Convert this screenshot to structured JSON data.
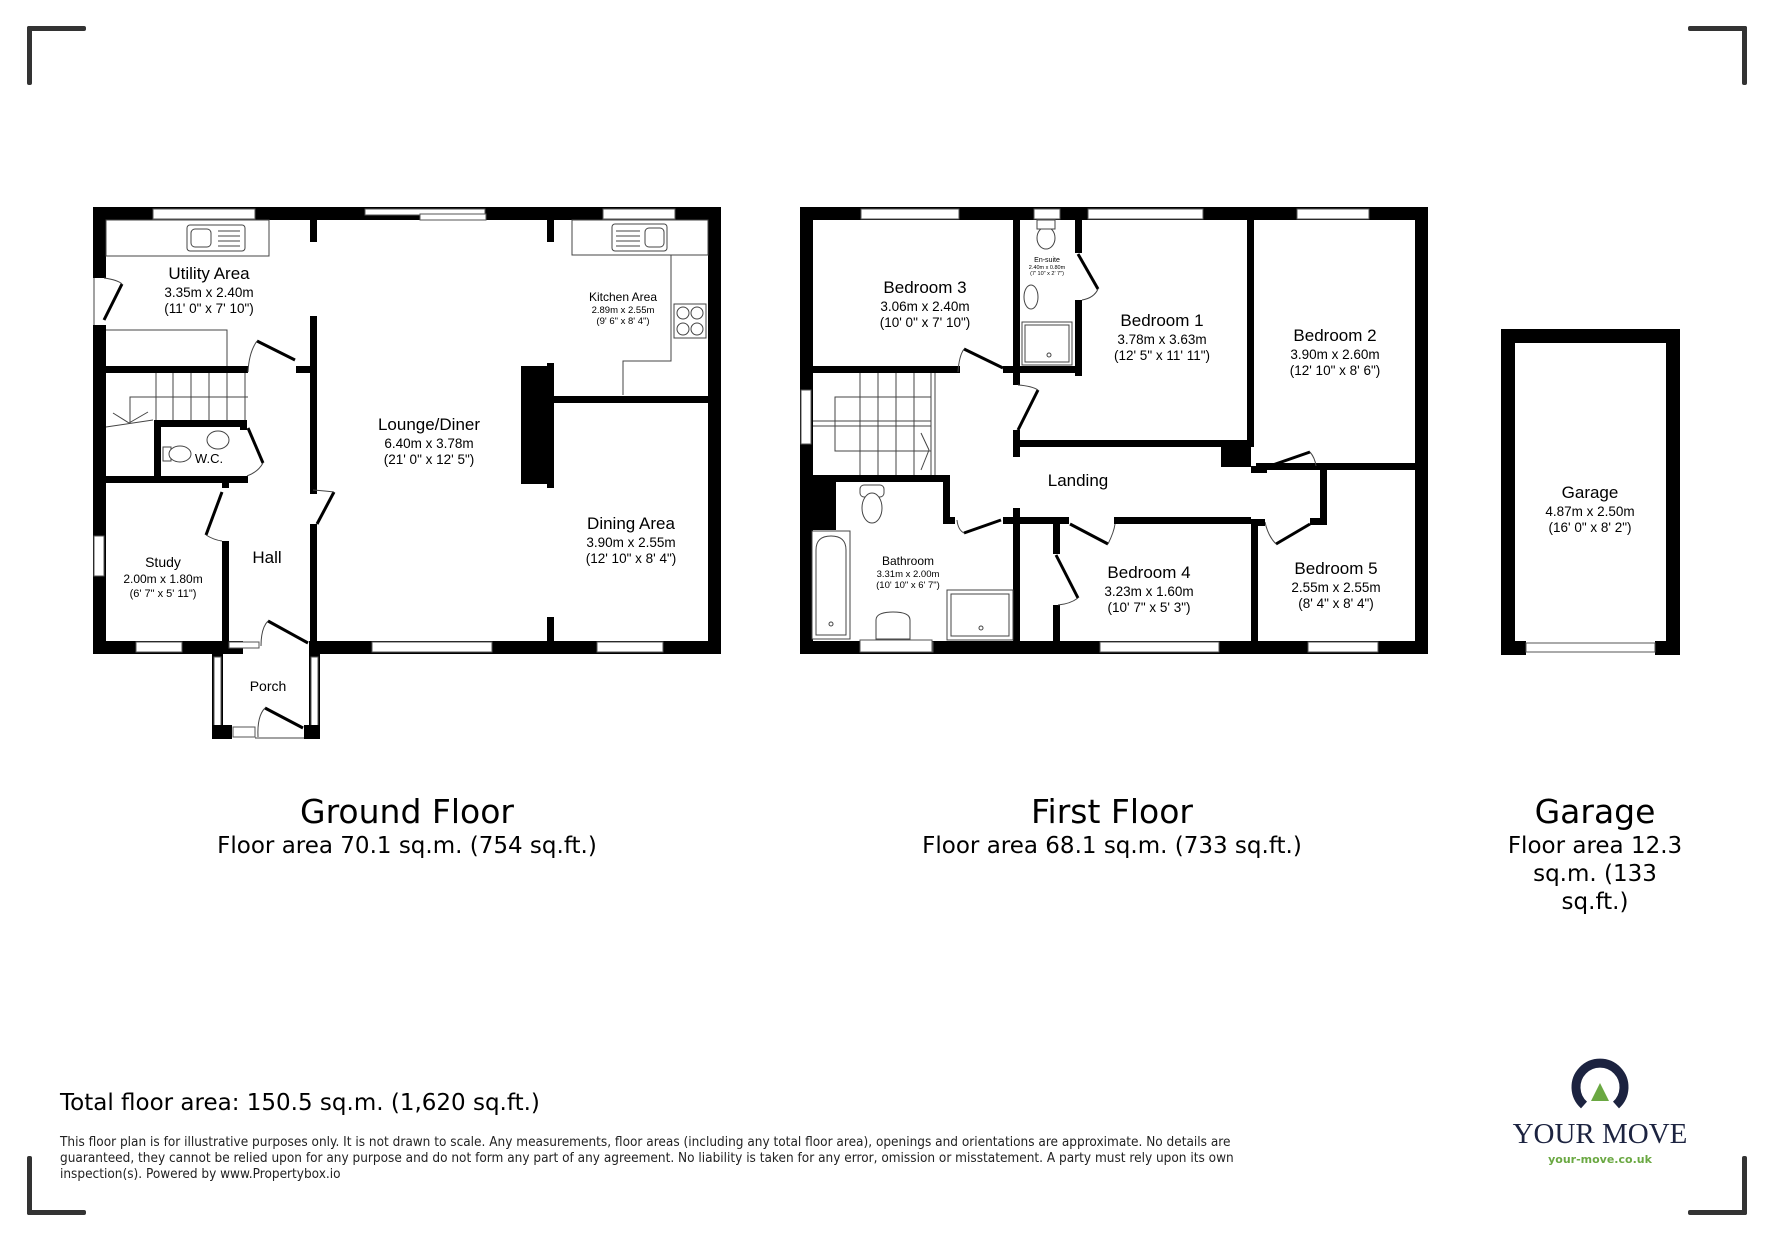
{
  "colors": {
    "walls": "#000000",
    "crop_marks": "#333333",
    "logo_navy": "#1c2340",
    "logo_green": "#6aa842"
  },
  "ground_floor": {
    "title": "Ground Floor",
    "area": "Floor area 70.1 sq.m. (754 sq.ft.)",
    "rooms": {
      "utility": {
        "name": "Utility Area",
        "metric": "3.35m x 2.40m",
        "imperial": "(11' 0\" x 7' 10\")"
      },
      "kitchen": {
        "name": "Kitchen Area",
        "metric": "2.89m x 2.55m",
        "imperial": "(9' 6\" x 8' 4\")"
      },
      "lounge": {
        "name": "Lounge/Diner",
        "metric": "6.40m x 3.78m",
        "imperial": "(21' 0\" x 12' 5\")"
      },
      "wc": {
        "name": "W.C."
      },
      "dining": {
        "name": "Dining Area",
        "metric": "3.90m x 2.55m",
        "imperial": "(12' 10\" x 8' 4\")"
      },
      "study": {
        "name": "Study",
        "metric": "2.00m x 1.80m",
        "imperial": "(6' 7\" x 5' 11\")"
      },
      "hall": {
        "name": "Hall"
      },
      "porch": {
        "name": "Porch"
      }
    }
  },
  "first_floor": {
    "title": "First Floor",
    "area": "Floor area 68.1 sq.m. (733 sq.ft.)",
    "rooms": {
      "bedroom3": {
        "name": "Bedroom 3",
        "metric": "3.06m x 2.40m",
        "imperial": "(10' 0\" x 7' 10\")"
      },
      "ensuite": {
        "name": "En-suite",
        "metric": "2.40m x 0.80m",
        "imperial": "(7' 10\" x 2' 7\")"
      },
      "bedroom1": {
        "name": "Bedroom 1",
        "metric": "3.78m x 3.63m",
        "imperial": "(12' 5\" x 11' 11\")"
      },
      "bedroom2": {
        "name": "Bedroom 2",
        "metric": "3.90m x 2.60m",
        "imperial": "(12' 10\" x 8' 6\")"
      },
      "landing": {
        "name": "Landing"
      },
      "bathroom": {
        "name": "Bathroom",
        "metric": "3.31m x 2.00m",
        "imperial": "(10' 10\" x 6' 7\")"
      },
      "bedroom4": {
        "name": "Bedroom 4",
        "metric": "3.23m x 1.60m",
        "imperial": "(10' 7\" x 5' 3\")"
      },
      "bedroom5": {
        "name": "Bedroom 5",
        "metric": "2.55m x 2.55m",
        "imperial": "(8' 4\" x 8' 4\")"
      }
    }
  },
  "garage": {
    "title": "Garage",
    "area_lines": [
      "Floor area 12.3",
      "sq.m. (133",
      "sq.ft.)"
    ],
    "room": {
      "name": "Garage",
      "metric": "4.87m x 2.50m",
      "imperial": "(16' 0\" x 8' 2\")"
    }
  },
  "footer": {
    "total_area": "Total floor area: 150.5 sq.m. (1,620 sq.ft.)",
    "disclaimer_lines": [
      "This floor plan is for illustrative purposes only. It is not drawn to scale. Any measurements, floor areas (including any total floor area), openings and orientations are approximate. No details are",
      "guaranteed, they cannot be relied upon for any purpose and do not form any part of any agreement. No liability is taken for any error, omission or misstatement. A party must rely upon its own",
      "inspection(s). Powered by www.Propertybox.io"
    ]
  },
  "logo": {
    "icon": "your-move-arch-icon",
    "brand": "YOUR MOVE",
    "url": "your-move.co.uk"
  }
}
